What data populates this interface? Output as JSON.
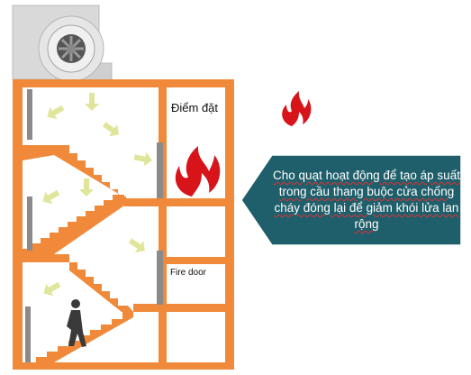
{
  "labels": {
    "ignition_point": "Điểm đặt",
    "fire_door": "Fire door"
  },
  "callout": {
    "text": "Cho quạt hoạt động để tạo áp suất trong cầu thang buộc cửa chống cháy đóng lại để giảm khói lửa lan rộng",
    "color": "#1f5f6b"
  },
  "colors": {
    "wall": "#f08a3a",
    "fire": "#d7141a",
    "airflow_arrow": "#dfe69a",
    "door": "#8a8a8a",
    "fan": "#d9d9d9"
  },
  "icons": [
    "fan-icon",
    "fire-icon",
    "person-icon",
    "airflow-arrow-icon"
  ]
}
